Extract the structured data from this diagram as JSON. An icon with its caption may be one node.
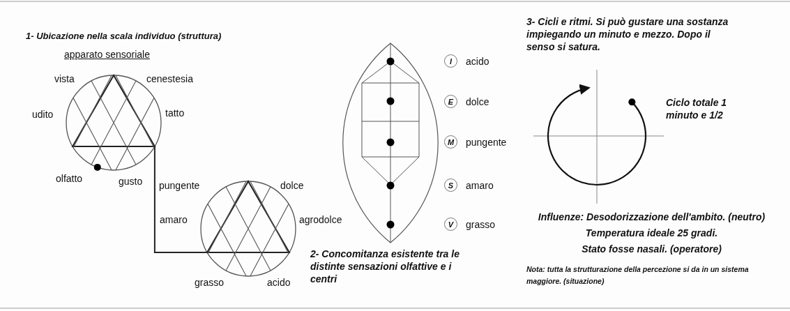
{
  "diagram": {
    "nodes": [
      {
        "text": [],
        "shape": "circle"
      },
      {
        "text": [],
        "shape": "circle"
      },
      {
        "text": [
          "I"
        ],
        "beside": [
          "acido"
        ]
      },
      {
        "text": [
          "E"
        ],
        "beside": [
          "dolce"
        ]
      },
      {
        "text": [
          "M"
        ],
        "beside": [
          "pungente"
        ]
      },
      {
        "text": [
          "S"
        ],
        "beside": [
          "amaro"
        ]
      },
      {
        "text": [
          "V"
        ],
        "beside": [
          "grasso"
        ]
      }
    ],
    "edges": [
      {
        "from": 0,
        "to": 1,
        "arrow": "none"
      }
    ],
    "labels": [
      "1- Ubicazione nella scala individuo (struttura)",
      "apparato sensoriale",
      "vista",
      "cenestesia",
      "udito",
      "tatto",
      "olfatto",
      "gusto",
      "pungente",
      "dolce",
      "amaro",
      "agrodolce",
      "grasso",
      "acido",
      "2- Concomitanza esistente tra le distinte sensazioni olfattive e i centri",
      "3- Cicli e ritmi. Si può gustare una sostanza impiegando un minuto e mezzo. Dopo il senso si satura.",
      "Ciclo totale 1 minuto e 1/2",
      "Influenze: Desodorizzazione dell'ambito. (neutro)",
      "Temperatura ideale 25 gradi.",
      "Stato fosse nasali. (operatore)",
      "Nota: tutta la strutturazione della percezione si da in un sistema maggiore. (situazione)"
    ]
  }
}
